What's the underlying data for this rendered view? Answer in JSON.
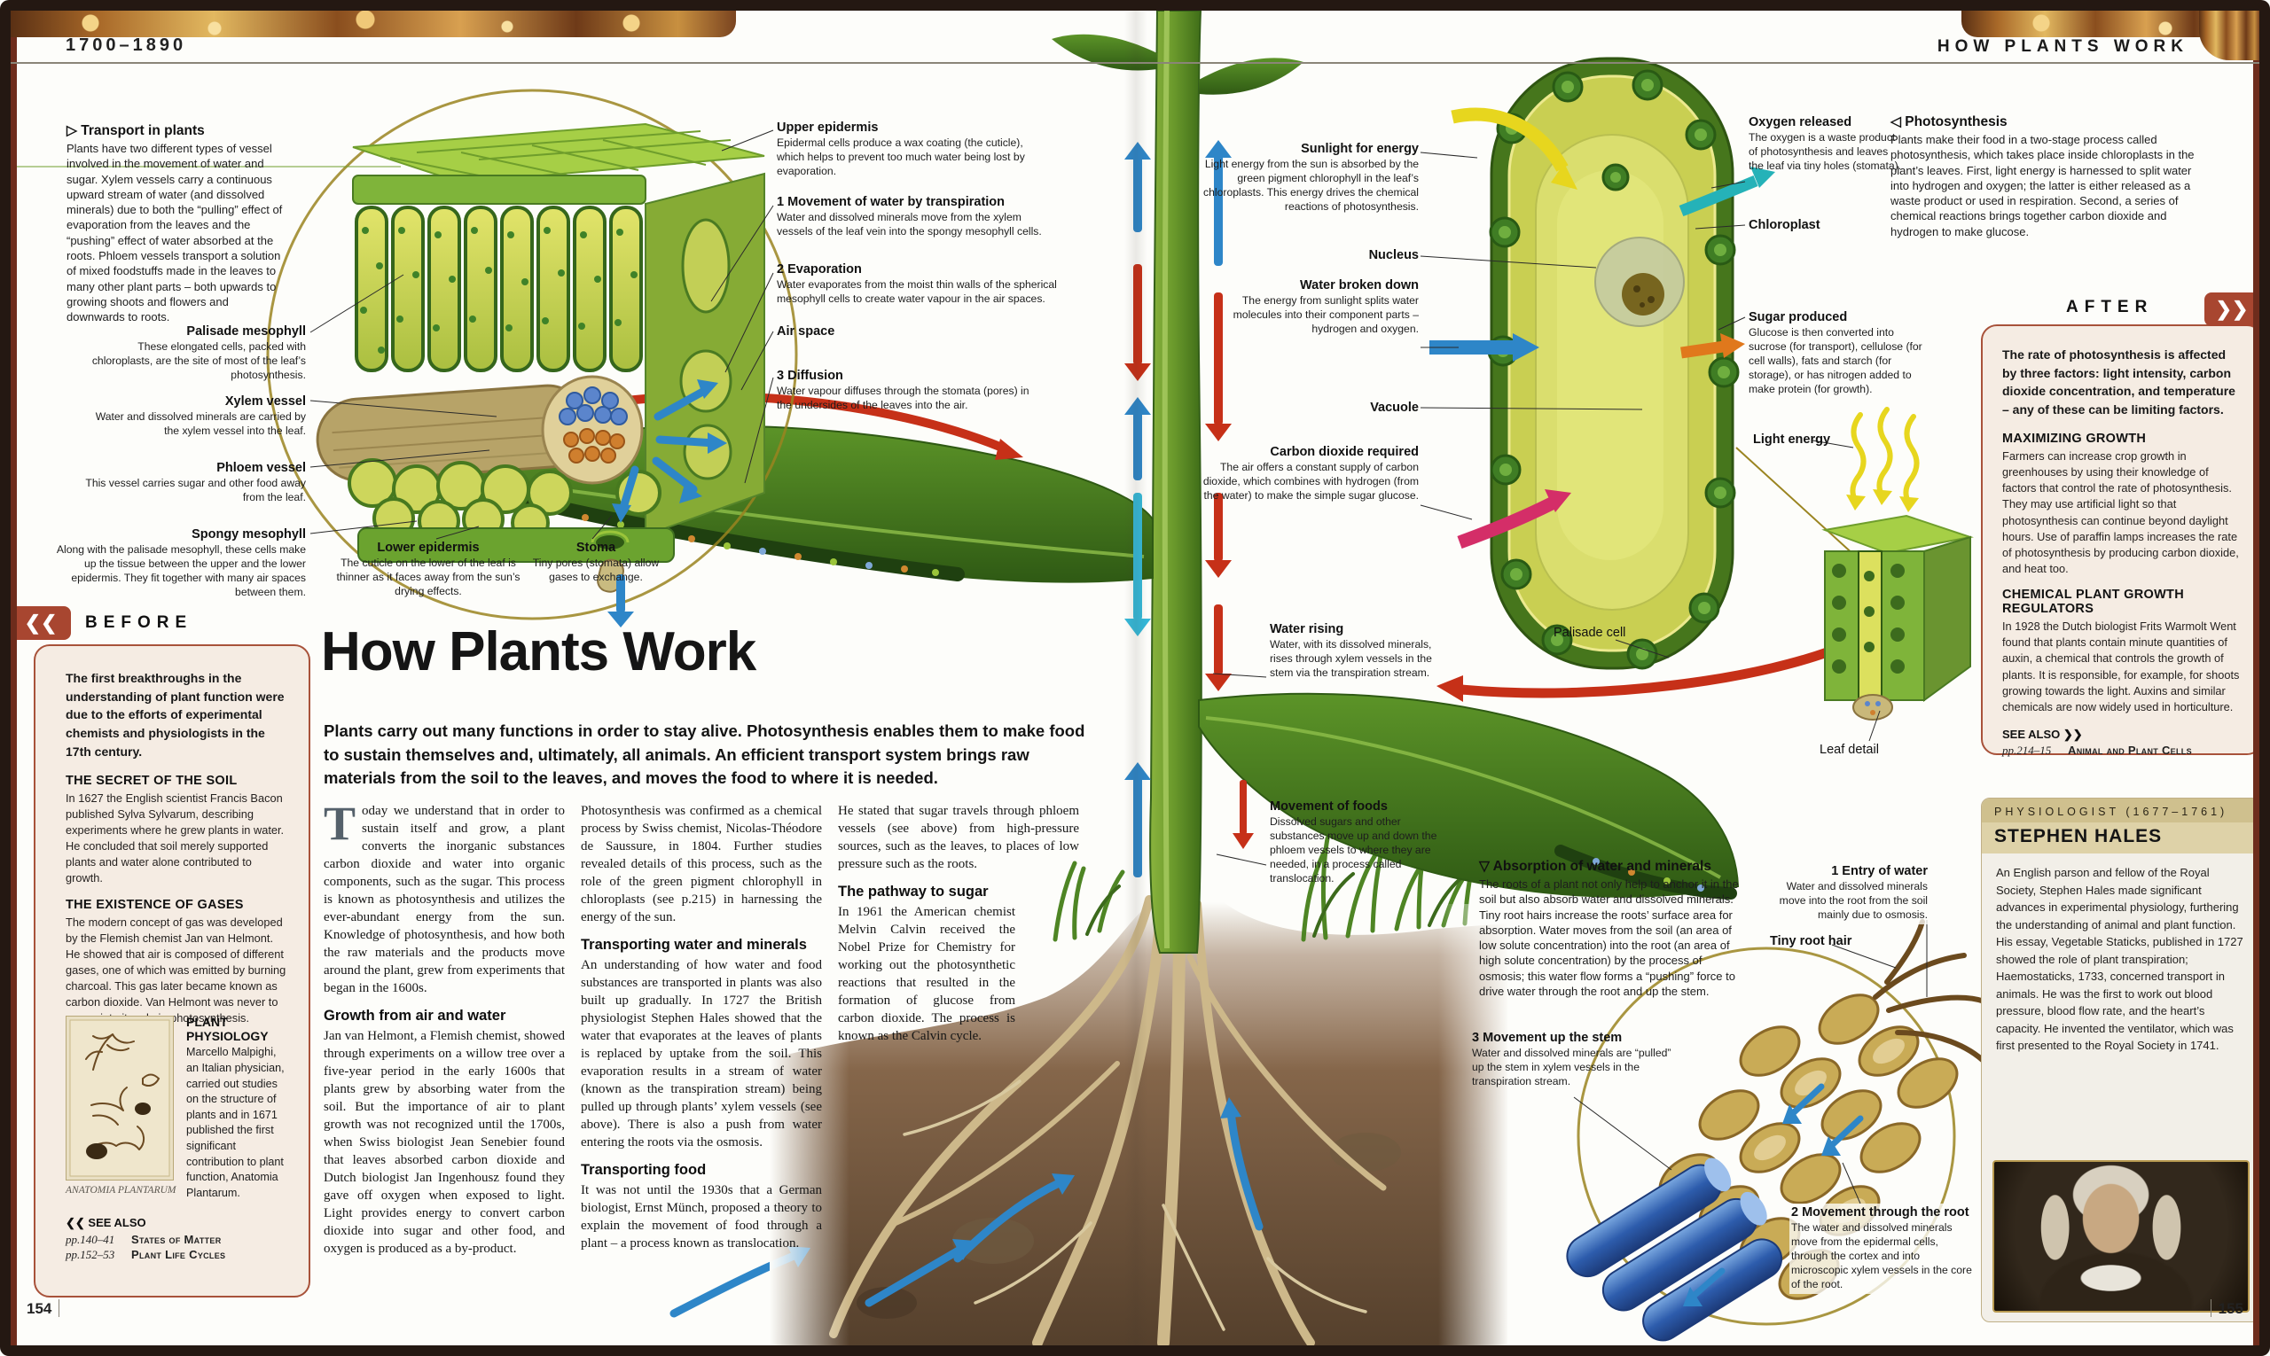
{
  "page": {
    "era": "1700–1890",
    "running_title": "HOW PLANTS WORK",
    "folio_left": "154",
    "folio_right": "155"
  },
  "icons": {
    "triangle_right": "▷",
    "triangle_left": "◁",
    "triangle_down": "▽",
    "chevrons_left": "❮❮",
    "chevrons_right": "❯❯"
  },
  "colors": {
    "accent_red": "#a84630",
    "box_bg": "#f5ece3",
    "box_border": "#a8523a",
    "tan_band": "#cfc08e",
    "leaf_green": "#4a7a1e",
    "arrow_blue": "#2e86c8",
    "arrow_red": "#c63018"
  },
  "transport": {
    "title": "Transport in plants",
    "body": "Plants have two different types of vessel involved in the movement of water and sugar. Xylem vessels carry a continuous upward stream of water (and dissolved minerals) due to both the “pulling” effect of evaporation from the leaves and the “pushing” effect of water absorbed at the roots. Phloem vessels transport a solution of mixed foodstuffs made in the leaves to many other plant parts – both upwards to growing shoots and flowers and downwards to roots."
  },
  "leaf_labels": {
    "palisade": {
      "title": "Palisade mesophyll",
      "body": "These elongated cells, packed with chloroplasts, are the site of most of the leaf’s photosynthesis."
    },
    "xylem": {
      "title": "Xylem vessel",
      "body": "Water and dissolved minerals are carried by the xylem vessel into the leaf."
    },
    "phloem": {
      "title": "Phloem vessel",
      "body": "This vessel carries sugar and other food away from the leaf."
    },
    "spongy": {
      "title": "Spongy mesophyll",
      "body": "Along with the palisade mesophyll, these cells make up the tissue between the upper and the lower epidermis. They fit together with many air spaces between them."
    },
    "upper": {
      "title": "Upper epidermis",
      "body": "Epidermal cells produce a wax coating (the cuticle), which helps to prevent too much water being lost by evaporation."
    },
    "move1": {
      "title": "1 Movement of water by transpiration",
      "body": "Water and dissolved minerals move from the xylem vessels of the leaf vein into the spongy mesophyll cells."
    },
    "evap2": {
      "title": "2 Evaporation",
      "body": "Water evaporates from the moist thin walls of the spherical mesophyll cells to create water vapour in the air spaces."
    },
    "air": {
      "title": "Air space"
    },
    "diff3": {
      "title": "3 Diffusion",
      "body": "Water vapour diffuses through the stomata (pores) in the undersides of the leaves into the air."
    },
    "lower": {
      "title": "Lower epidermis",
      "body": "The cuticle on the lower of the leaf is thinner as it faces away from the sun’s drying effects."
    },
    "stoma": {
      "title": "Stoma",
      "body": "Tiny pores (stomata) allow gases to exchange."
    }
  },
  "before": {
    "title": "BEFORE",
    "intro": "The first breakthroughs in the understanding of plant function were due to the efforts of experimental chemists and physiologists in the 17th century.",
    "s1_title": "THE SECRET OF THE SOIL",
    "s1_body": "In 1627 the English scientist Francis Bacon published Sylva Sylvarum, describing experiments where he grew plants in water. He concluded that soil merely supported plants and water alone contributed to growth.",
    "s2_title": "THE EXISTENCE OF GASES",
    "s2_body": "The modern concept of gas was developed by the Flemish chemist Jan van Helmont. He showed that air is composed of different gases, one of which was emitted by burning charcoal. This gas later became known as carbon dioxide. Van Helmont was never to appreciate its role in photosynthesis.",
    "s3_title": "PLANT PHYSIOLOGY",
    "s3_body": "Marcello Malpighi, an Italian physician, carried out studies on the structure of plants and in 1671 published the first significant contribution to plant function, Anatomia Plantarum.",
    "caption": "ANATOMIA PLANTARUM",
    "see_also": "❮❮ SEE ALSO",
    "ref1_pages": "pp.140–41",
    "ref1_title": "States of Matter",
    "ref2_pages": "pp.152–53",
    "ref2_title": "Plant Life Cycles"
  },
  "article": {
    "title": "How Plants Work",
    "standfirst": "Plants carry out many functions in order to stay alive. Photosynthesis enables them to make food to sustain themselves and, ultimately, all animals. An efficient transport system brings raw materials from the soil to the leaves, and moves the food to where it is needed.",
    "col1_p1": "Today we understand that in order to sustain itself and grow, a plant converts the inorganic substances carbon dioxide and water into organic components, such as the sugar. This process is known as photosynthesis and utilizes the ever-abundant energy from the sun. Knowledge of photosynthesis, and how both the raw materials and the products move around the plant, grew from experiments that began in the 1600s.",
    "col1_h": "Growth from air and water",
    "col1_p2": "Jan van Helmont, a Flemish chemist, showed through experiments on a willow tree over a five-year period in the early 1600s that plants grew by absorbing water from the soil. But the importance of air to plant growth was not recognized until the 1700s, when Swiss biologist Jean Senebier found that leaves absorbed carbon dioxide and Dutch biologist Jan Ingenhousz found they gave off oxygen when exposed to light. Light provides energy to convert carbon dioxide into sugar and other food, and oxygen is produced as a by-product.",
    "col2_p1": "Photosynthesis was confirmed as a chemical process by Swiss chemist, Nicolas-Théodore de Saussure, in 1804. Further studies revealed details of this process, such as the role of the green pigment chlorophyll in chloroplasts (see p.215) in harnessing the energy of the sun.",
    "col2_h1": "Transporting water and minerals",
    "col2_p2": "An understanding of how water and food substances are transported in plants was also built up gradually. In 1727 the British physiologist Stephen Hales showed that the water that evaporates at the leaves of plants is replaced by uptake from the soil. This evaporation results in a stream of water (known as the transpiration stream) being pulled up through plants’ xylem vessels (see above). There is also a push from water entering the roots via the osmosis.",
    "col2_h2": "Transporting food",
    "col2_p3": "It was not until the 1930s that a German biologist, Ernst Münch, proposed a theory to explain the movement of food through a plant – a process known as translocation.",
    "col3_p1": "He stated that sugar travels through phloem vessels (see above) from high-pressure sources, such as the leaves, to places of low pressure such as the roots.",
    "col3_h": "The pathway to sugar",
    "col3_p2": "In 1961 the American chemist Melvin Calvin received the Nobel Prize for Chemistry for working out the photosynthetic reactions that resulted in the formation of glucose from carbon dioxide. The process is known as the Calvin cycle."
  },
  "stem_labels": {
    "water_rising": {
      "title": "Water rising",
      "body": "Water, with its dissolved minerals, rises through xylem vessels in the stem via the transpiration stream."
    },
    "movement_foods": {
      "title": "Movement of foods",
      "body": "Dissolved sugars and other substances move up and down the phloem vessels to where they are needed, in a process called translocation."
    }
  },
  "photosynthesis": {
    "title": "Photosynthesis",
    "body": "Plants make their food in a two-stage process called photosynthesis, which takes place inside chloroplasts in the plant’s leaves. First, light energy is harnessed to split water into hydrogen and oxygen; the latter is either released as a waste product or used in respiration. Second, a series of chemical reactions brings together carbon dioxide and hydrogen to make glucose."
  },
  "cell_labels": {
    "sunlight": {
      "title": "Sunlight for energy",
      "body": "Light energy from the sun is absorbed by the green pigment chlorophyll in the leaf’s chloroplasts. This energy drives the chemical reactions of photosynthesis."
    },
    "nucleus": {
      "title": "Nucleus"
    },
    "water_broken": {
      "title": "Water broken down",
      "body": "The energy from sunlight splits water molecules into their component parts – hydrogen and oxygen."
    },
    "vacuole": {
      "title": "Vacuole"
    },
    "co2": {
      "title": "Carbon dioxide required",
      "body": "The air offers a constant supply of carbon dioxide, which combines with hydrogen (from the water) to make the simple sugar glucose."
    },
    "oxygen": {
      "title": "Oxygen released",
      "body": "The oxygen is a waste product of photosynthesis and leaves the leaf via tiny holes (stomata)."
    },
    "chloroplast": {
      "title": "Chloroplast"
    },
    "sugar": {
      "title": "Sugar produced",
      "body": "Glucose is then converted into sucrose (for transport), cellulose (for cell walls), fats and starch (for storage), or has nitrogen added to make protein (for growth)."
    },
    "light_energy": {
      "title": "Light energy"
    },
    "palisade_cell": {
      "title": "Palisade cell"
    },
    "leaf_detail": {
      "title": "Leaf detail"
    }
  },
  "after": {
    "title": "AFTER",
    "intro": "The rate of photosynthesis is affected by three factors: light intensity, carbon dioxide concentration, and temperature – any of these can be limiting factors.",
    "s1_title": "MAXIMIZING GROWTH",
    "s1_body": "Farmers can increase crop growth in greenhouses by using their knowledge of factors that control the rate of photosynthesis. They may use artificial light so that photosynthesis can continue beyond daylight hours. Use of paraffin lamps increases the rate of photosynthesis by producing carbon dioxide, and heat too.",
    "s2_title": "CHEMICAL PLANT GROWTH REGULATORS",
    "s2_body": "In 1928 the Dutch biologist Frits Warmolt Went found that plants contain minute quantities of auxin, a chemical that controls the growth of plants. It is responsible, for example, for shoots growing towards the light. Auxins and similar chemicals are now widely used in horticulture.",
    "see_also": "SEE ALSO ❯❯",
    "ref1_pages": "pp.214–15",
    "ref1_title": "Animal and Plant Cells"
  },
  "absorption": {
    "title": "Absorption of water and minerals",
    "body": "The roots of a plant not only help to anchor it in the soil but also absorb water and dissolved minerals. Tiny root hairs increase the roots’ surface area for absorption. Water moves from the soil (an area of low solute concentration) into the root (an area of high solute concentration) by the process of osmosis; this water flow forms a “pushing” force to drive water through the root and up the stem."
  },
  "root_labels": {
    "entry": {
      "title": "1 Entry of water",
      "body": "Water and dissolved minerals move into the root from the soil mainly due to osmosis."
    },
    "root_hair": {
      "title": "Tiny root hair"
    },
    "up_stem": {
      "title": "3 Movement up the stem",
      "body": "Water and dissolved minerals are “pulled” up the stem in xylem vessels in the transpiration stream."
    },
    "through_root": {
      "title": "2 Movement through the root",
      "body": "The water and dissolved minerals move from the epidermal cells, through the cortex and into microscopic xylem vessels in the core of the root."
    }
  },
  "hales": {
    "kicker": "PHYSIOLOGIST (1677–1761)",
    "name": "STEPHEN HALES",
    "body": "An English parson and fellow of the Royal Society, Stephen Hales made significant advances in experimental physiology, furthering the understanding of animal and plant function. His essay, Vegetable Staticks, published in 1727 showed the role of plant transpiration; Haemostaticks, 1733, concerned transport in animals. He was the first to work out blood pressure, blood flow rate, and the heart’s capacity. He invented the ventilator, which was first presented to the Royal Society in 1741."
  }
}
